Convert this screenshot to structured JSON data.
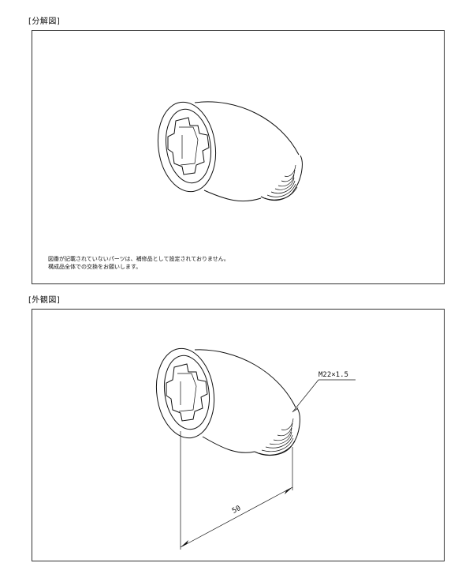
{
  "sections": {
    "exploded_label": "[分解図]",
    "external_label": "[外観図]"
  },
  "note": {
    "line1": "図番が記載されていないパーツは、補修品として設定されておりません。",
    "line2": "構成品全体での交換をお願いします。"
  },
  "dimensions": {
    "thread": "M22×1.5",
    "length": "50"
  }
}
